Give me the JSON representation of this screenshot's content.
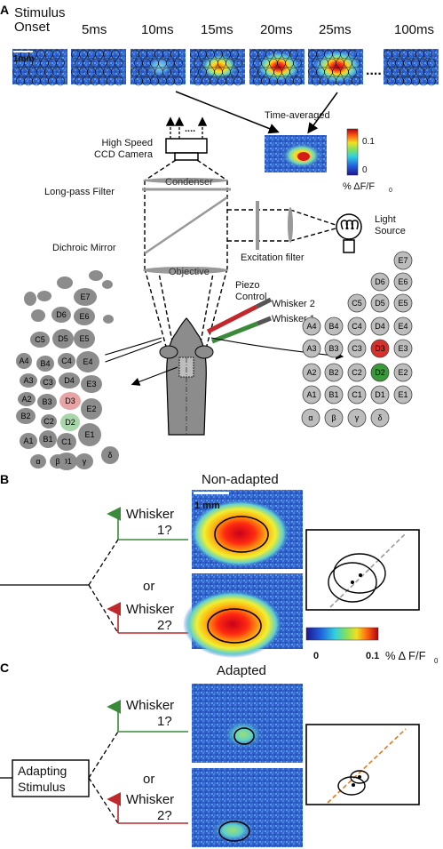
{
  "panelA": {
    "label": "A",
    "frames": [
      {
        "label": "Stimulus\nOnset",
        "intensity": 0.0
      },
      {
        "label": "5ms",
        "intensity": 0.0
      },
      {
        "label": "10ms",
        "intensity": 0.25
      },
      {
        "label": "15ms",
        "intensity": 0.7
      },
      {
        "label": "20ms",
        "intensity": 0.85
      },
      {
        "label": "25ms",
        "intensity": 1.0
      },
      {
        "label": "100ms",
        "intensity": 0.05
      }
    ],
    "scale_bar": "1mm",
    "ellipsis": "....",
    "time_averaged": "Time-averaged",
    "colorbar_top": "0.1",
    "colorbar_bottom": "0",
    "colorbar_unit": "% ΔF/F",
    "colorbar_unit_sub": "0",
    "camera": "High Speed\nCCD Camera",
    "condenser": "Condenser",
    "longpass": "Long-pass Filter",
    "dichroic": "Dichroic Mirror",
    "objective": "Objective",
    "excitation": "Excitation filter",
    "light_source": "Light\nSource",
    "piezo": "Piezo\nControl",
    "whisker2": "Whisker 2",
    "whisker1": "Whisker 1",
    "barrel_map": [
      "E7",
      "E6",
      "D6",
      "E5",
      "C5",
      "D5",
      "E4",
      "B4",
      "C4",
      "D4",
      "E3",
      "A4",
      "C3",
      "D3",
      "A3",
      "B3",
      "E2",
      "A2",
      "B2",
      "C2",
      "D2",
      "A1",
      "B1",
      "C1",
      "D1",
      "E1",
      "α",
      "β",
      "γ",
      "δ"
    ],
    "whisker_pad": [
      [
        "E7"
      ],
      [
        "D6",
        "E6"
      ],
      [
        "C5",
        "D5",
        "E5"
      ],
      [
        "A4",
        "B4",
        "C4",
        "D4",
        "E4"
      ],
      [
        "A3",
        "B3",
        "C3",
        "D3",
        "E3"
      ],
      [
        "A2",
        "B2",
        "C2",
        "D2",
        "E2"
      ],
      [
        "A1",
        "B1",
        "C1",
        "D1",
        "E1"
      ],
      [
        "α",
        "β",
        "γ",
        "δ"
      ]
    ],
    "colors": {
      "d3": "#d9302c",
      "d2": "#3a9a3a",
      "d3_map": "#e8a4a4",
      "d2_map": "#a9d6a9",
      "barrel": "#8c8c8c",
      "pad": "#bdbdbd"
    }
  },
  "panelB": {
    "label": "B",
    "title": "Non-adapted",
    "scale_bar": "1 mm",
    "whisker1_line1": "Whisker",
    "whisker1_line2": "1?",
    "or": "or",
    "whisker2_line1": "Whisker",
    "whisker2_line2": "2?",
    "colorbar_min": "0",
    "colorbar_max": "0.1",
    "colorbar_unit": "% Δ F/F",
    "colorbar_unit_sub": "0"
  },
  "panelC": {
    "label": "C",
    "title": "Adapted",
    "adapting_line1": "Adapting",
    "adapting_line2": "Stimulus",
    "whisker1_line1": "Whisker",
    "whisker1_line2": "1?",
    "or": "or",
    "whisker2_line1": "Whisker",
    "whisker2_line2": "2?"
  },
  "colors": {
    "green": "#3a8a3a",
    "red": "#c0282c",
    "orange": "#e07a20",
    "gray_line": "#999999"
  }
}
